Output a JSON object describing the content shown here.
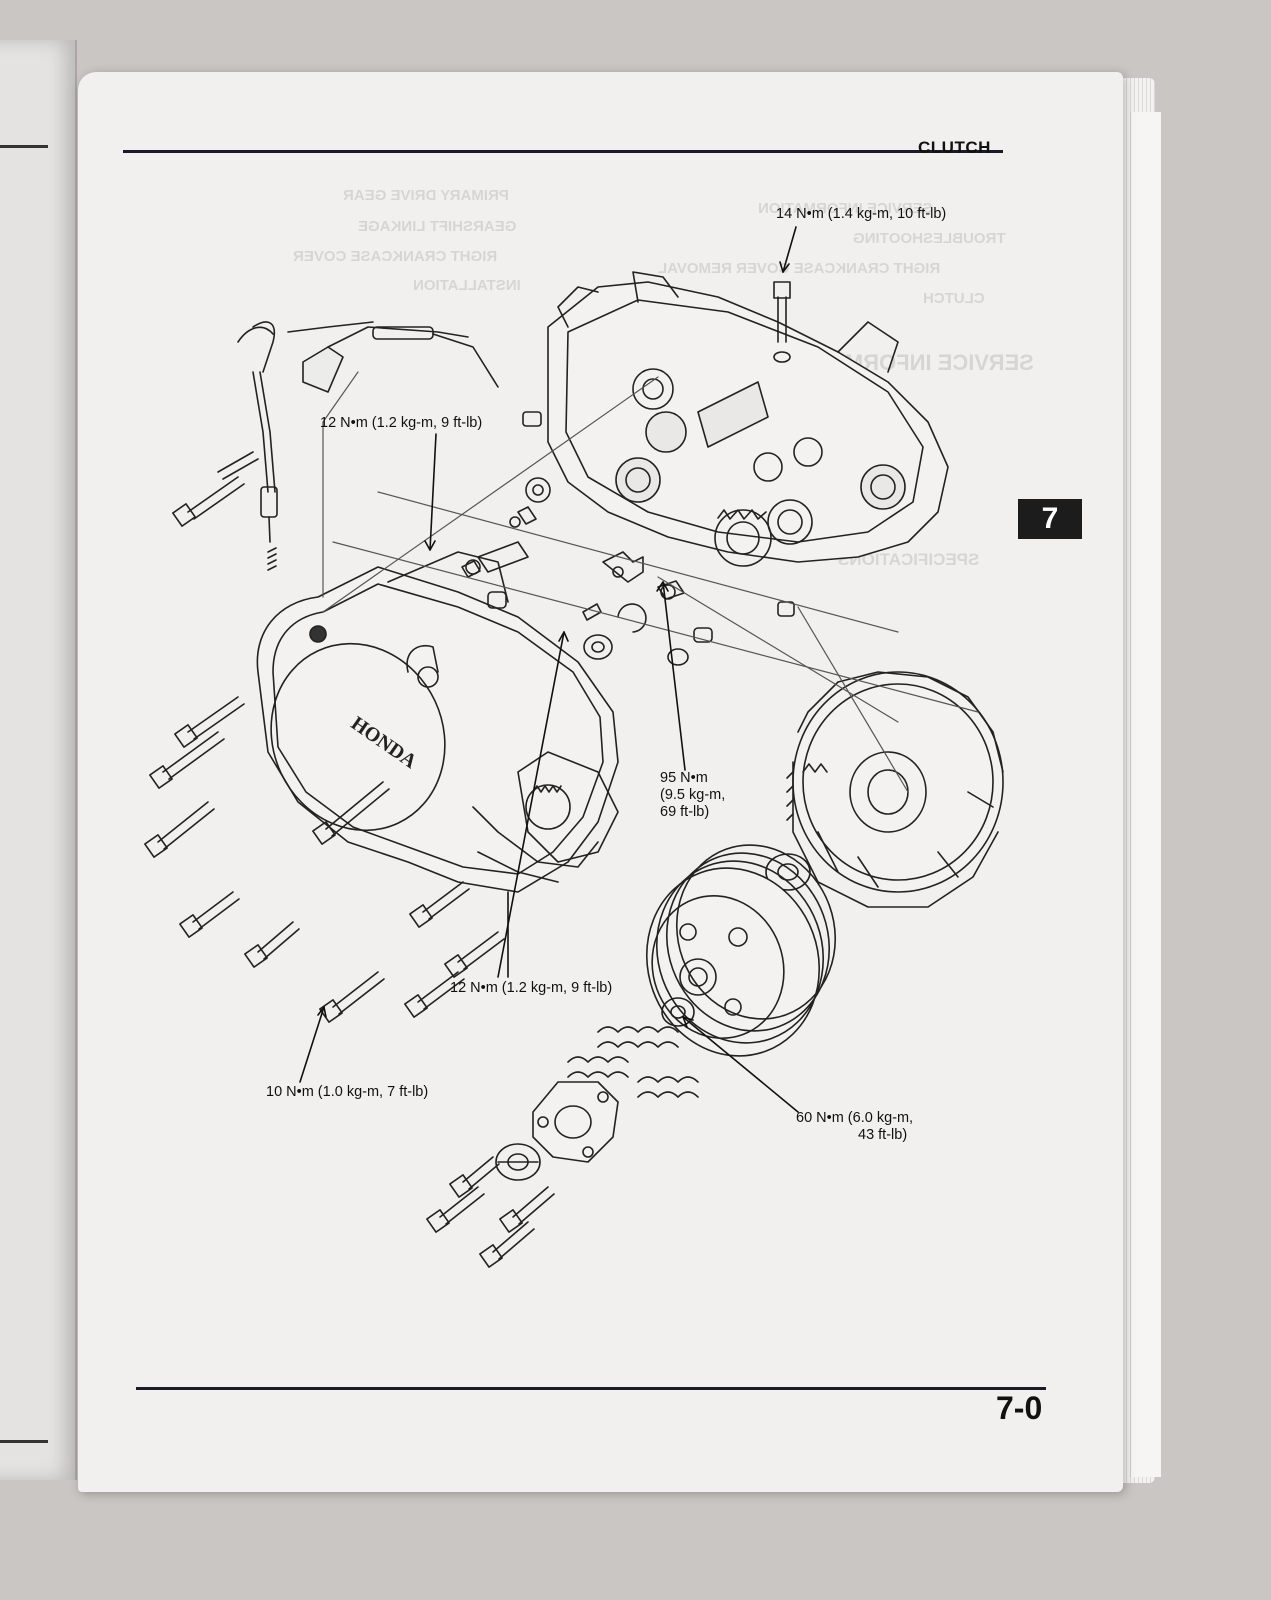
{
  "page": {
    "section_title": "CLUTCH",
    "chapter_tab": "7",
    "page_number": "7-0"
  },
  "diagram": {
    "callouts": [
      {
        "id": "c1",
        "text": "14 N•m (1.4 kg-m, 10 ft-lb)"
      },
      {
        "id": "c2",
        "text": "12 N•m (1.2 kg-m, 9 ft-lb)"
      },
      {
        "id": "c3",
        "lines": [
          "95 N•m",
          "(9.5 kg-m,",
          "69 ft-lb)"
        ]
      },
      {
        "id": "c4",
        "text": "12 N•m (1.2 kg-m, 9 ft-lb)"
      },
      {
        "id": "c5",
        "text": "10 N•m (1.0 kg-m, 7 ft-lb)"
      },
      {
        "id": "c6",
        "lines": [
          "60 N•m (6.0 kg-m,",
          "43 ft-lb)"
        ]
      }
    ],
    "cover_logo": "HONDA"
  },
  "show_through": {
    "toc": [
      "PRIMARY DRIVE GEAR",
      "GEARSHIFT LINKAGE",
      "RIGHT CRANKCASE COVER",
      "INSTALLATION"
    ],
    "toc_right": [
      "SERVICE INFORMATION",
      "TROUBLESHOOTING",
      "RIGHT CRANKCASE COVER REMOVAL",
      "CLUTCH"
    ],
    "headings": [
      "SERVICE INFORMATION",
      "SPECIFICATIONS"
    ]
  }
}
